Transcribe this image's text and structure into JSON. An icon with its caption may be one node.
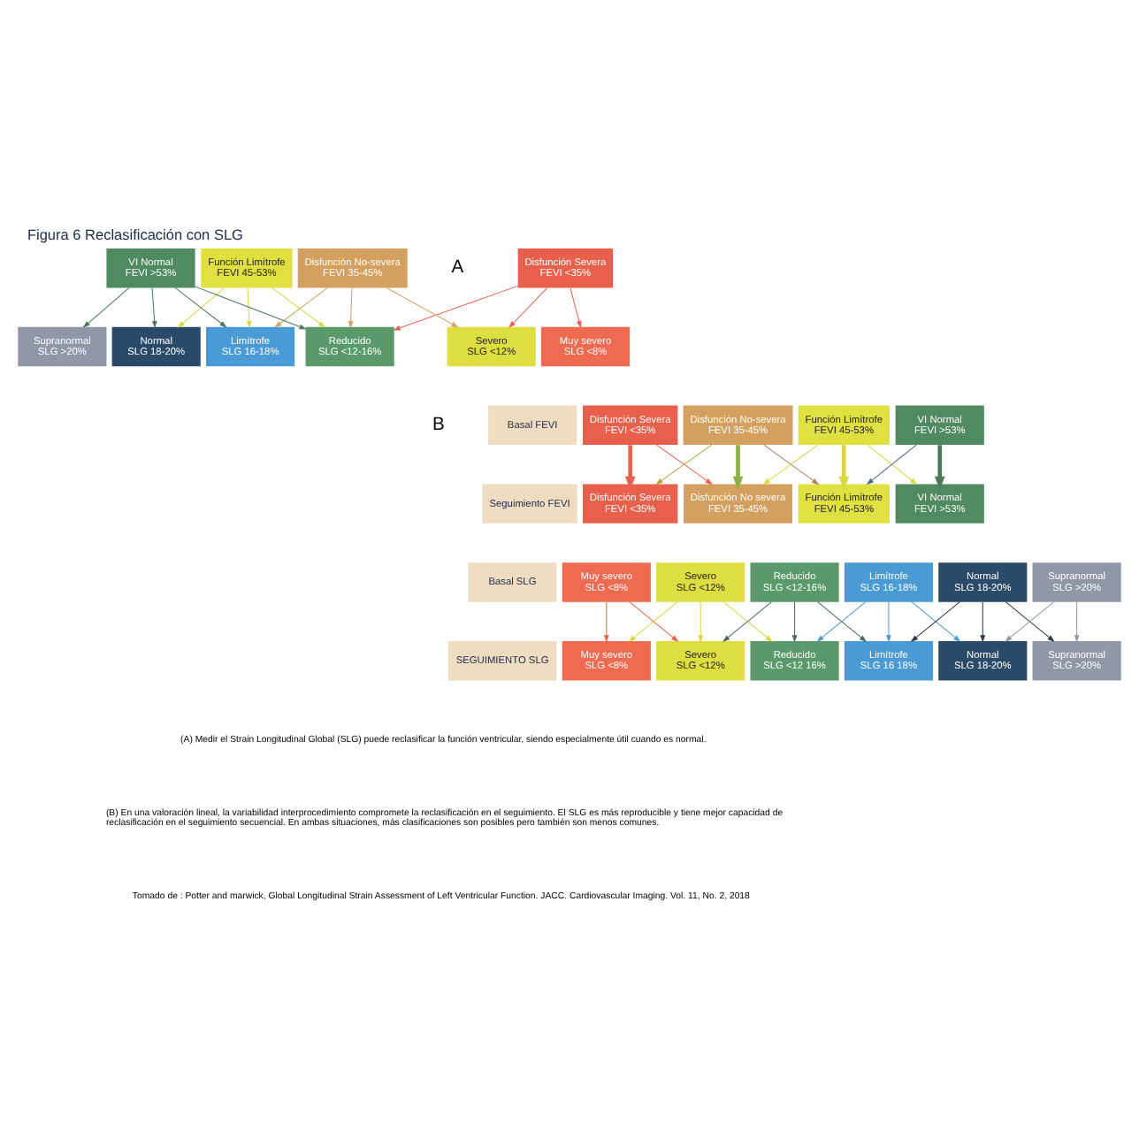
{
  "diagram": {
    "title": "Figura 6 Reclasificación con SLG",
    "nodes": [
      {
        "text": [
          "Disfunción Severa",
          "FEVI <35%"
        ]
      },
      {
        "text": [
          "Disfunción No-severa",
          "FEVI 35-45%"
        ]
      },
      {
        "text": [
          "Función Limítrofe",
          "FEVI 45-53%"
        ]
      },
      {
        "text": [
          "VI Normal",
          "FEVI >53%"
        ]
      },
      {
        "text": [
          "Muy severo",
          "SLG <8%"
        ]
      },
      {
        "text": [
          "Severo",
          "SLG <12%"
        ]
      },
      {
        "text": [
          "Reducido",
          "SLG <12-16%"
        ]
      },
      {
        "text": [
          "Limítrofe",
          "SLG 16-18%"
        ]
      },
      {
        "text": [
          "Normal",
          "SLG 18-20%"
        ]
      },
      {
        "text": [
          "Supranormal",
          "SLG >20%"
        ]
      },
      {
        "text": [
          "Basal FEVI"
        ]
      },
      {
        "text": [
          "Disfunción Severa",
          "FEVI <35%"
        ]
      },
      {
        "text": [
          "Disfunción No-severa",
          "FEVI 35-45%"
        ]
      },
      {
        "text": [
          "Función Limítrofe",
          "FEVI 45-53%"
        ]
      },
      {
        "text": [
          "VI Normal",
          "FEVI >53%"
        ]
      },
      {
        "text": [
          "Seguimiento FEVI"
        ]
      },
      {
        "text": [
          "Disfunción Severa",
          "FEVI <35%"
        ]
      },
      {
        "text": [
          "Disfunción No severa",
          "FEVI 35-45%"
        ]
      },
      {
        "text": [
          "Función Limítrofe",
          "FEVI 45-53%"
        ]
      },
      {
        "text": [
          "VI Normal",
          "FEVI >53%"
        ]
      },
      {
        "text": [
          "Basal SLG"
        ]
      },
      {
        "text": [
          "Muy severo",
          "SLG <8%"
        ]
      },
      {
        "text": [
          "Severo",
          "SLG <12%"
        ]
      },
      {
        "text": [
          "Reducido",
          "SLG <12-16%"
        ]
      },
      {
        "text": [
          "Limítrofe",
          "SLG 16-18%"
        ]
      },
      {
        "text": [
          "Normal",
          "SLG 18-20%"
        ]
      },
      {
        "text": [
          "Supranormal",
          "SLG >20%"
        ]
      },
      {
        "text": [
          "SEGUIMIENTO SLG"
        ]
      },
      {
        "text": [
          "Muy severo",
          "SLG <8%"
        ]
      },
      {
        "text": [
          "Severo",
          "SLG <12%"
        ]
      },
      {
        "text": [
          "Reducido",
          "SLG <12 16%"
        ]
      },
      {
        "text": [
          "Limítrofe",
          "SLG 16 18%"
        ]
      },
      {
        "text": [
          "Normal",
          "SLG 18-20%"
        ]
      },
      {
        "text": [
          "Supranormal",
          "SLG >20%"
        ]
      }
    ],
    "edges": [
      {
        "from": 0,
        "to": 4,
        "arrow": "to",
        "color": "#e8604c"
      },
      {
        "from": 0,
        "to": 5,
        "arrow": "to",
        "color": "#e8604c"
      },
      {
        "from": 0,
        "to": 6,
        "arrow": "to",
        "color": "#e8604c"
      },
      {
        "from": 1,
        "to": 5,
        "arrow": "to",
        "color": "#d4a060"
      },
      {
        "from": 1,
        "to": 6,
        "arrow": "to",
        "color": "#d4a060"
      },
      {
        "from": 1,
        "to": 7,
        "arrow": "to",
        "color": "#d4a060"
      },
      {
        "from": 2,
        "to": 6,
        "arrow": "to",
        "color": "#d8d840"
      },
      {
        "from": 2,
        "to": 7,
        "arrow": "to",
        "color": "#d8d840"
      },
      {
        "from": 2,
        "to": 8,
        "arrow": "to",
        "color": "#d8d840"
      },
      {
        "from": 3,
        "to": 6,
        "arrow": "to",
        "color": "#4a7a5a"
      },
      {
        "from": 3,
        "to": 7,
        "arrow": "to",
        "color": "#4a7a5a"
      },
      {
        "from": 3,
        "to": 8,
        "arrow": "to",
        "color": "#4a7a5a"
      },
      {
        "from": 3,
        "to": 9,
        "arrow": "to",
        "color": "#4a7a5a"
      },
      {
        "from": 11,
        "to": 16,
        "arrow": "to",
        "style": "thick",
        "color": "#e8604c"
      },
      {
        "from": 11,
        "to": 17,
        "arrow": "to",
        "color": "#e8604c"
      },
      {
        "from": 12,
        "to": 16,
        "arrow": "to",
        "color": "#b8a040"
      },
      {
        "from": 12,
        "to": 17,
        "arrow": "to",
        "style": "thick",
        "color": "#8ab040"
      },
      {
        "from": 12,
        "to": 18,
        "arrow": "to",
        "color": "#b08060"
      },
      {
        "from": 13,
        "to": 17,
        "arrow": "to",
        "color": "#d8d840"
      },
      {
        "from": 13,
        "to": 18,
        "arrow": "to",
        "style": "thick",
        "color": "#d8d840"
      },
      {
        "from": 13,
        "to": 19,
        "arrow": "to",
        "color": "#d8d840"
      },
      {
        "from": 14,
        "to": 18,
        "arrow": "to",
        "color": "#4a6a8a"
      },
      {
        "from": 14,
        "to": 19,
        "arrow": "to",
        "style": "thick",
        "color": "#4a7a5a"
      },
      {
        "from": 21,
        "to": 28,
        "arrow": "to",
        "color": "#e8604c"
      },
      {
        "from": 21,
        "to": 29,
        "arrow": "to",
        "color": "#e8604c"
      },
      {
        "from": 22,
        "to": 28,
        "arrow": "to",
        "color": "#d8d840"
      },
      {
        "from": 22,
        "to": 29,
        "arrow": "to",
        "color": "#d8d840"
      },
      {
        "from": 22,
        "to": 30,
        "arrow": "to",
        "color": "#d8d840"
      },
      {
        "from": 23,
        "to": 29,
        "arrow": "to",
        "color": "#4a6a5a"
      },
      {
        "from": 23,
        "to": 30,
        "arrow": "to",
        "color": "#4a6a5a"
      },
      {
        "from": 23,
        "to": 31,
        "arrow": "to",
        "color": "#4a6a5a"
      },
      {
        "from": 24,
        "to": 30,
        "arrow": "to",
        "color": "#4a9ad6"
      },
      {
        "from": 24,
        "to": 31,
        "arrow": "to",
        "color": "#4a9ad6"
      },
      {
        "from": 24,
        "to": 32,
        "arrow": "to",
        "color": "#4a9ad6"
      },
      {
        "from": 25,
        "to": 31,
        "arrow": "to",
        "color": "#2a3a4a"
      },
      {
        "from": 25,
        "to": 32,
        "arrow": "to",
        "color": "#2a3a4a"
      },
      {
        "from": 25,
        "to": 33,
        "arrow": "to",
        "color": "#2a3a4a"
      },
      {
        "from": 26,
        "to": 32,
        "arrow": "to",
        "color": "#9098a8"
      },
      {
        "from": 26,
        "to": 33,
        "arrow": "to",
        "color": "#9098a8"
      }
    ],
    "labels": [
      "A",
      "B",
      "(A) Medir el Strain Longitudinal Global (SLG) puede reclasificar la función ventricular, siendo especialmente útil cuando es normal.",
      "(B) En una valoración lineal, la variabilidad interprocedimiento compromete la reclasificación en el seguimiento. El SLG es más reproducible y tiene mejor capacidad de reclasificación en el seguimiento secuencial. En ambas situaciones, más clasificaciones son posibles pero también son menos comunes.",
      "Tomado de : Potter and marwick, Global Longitudinal Strain Assessment of Left Ventricular Function. JACC. Cardiovascular Imaging. Vol. 11, No. 2, 2018"
    ]
  }
}
